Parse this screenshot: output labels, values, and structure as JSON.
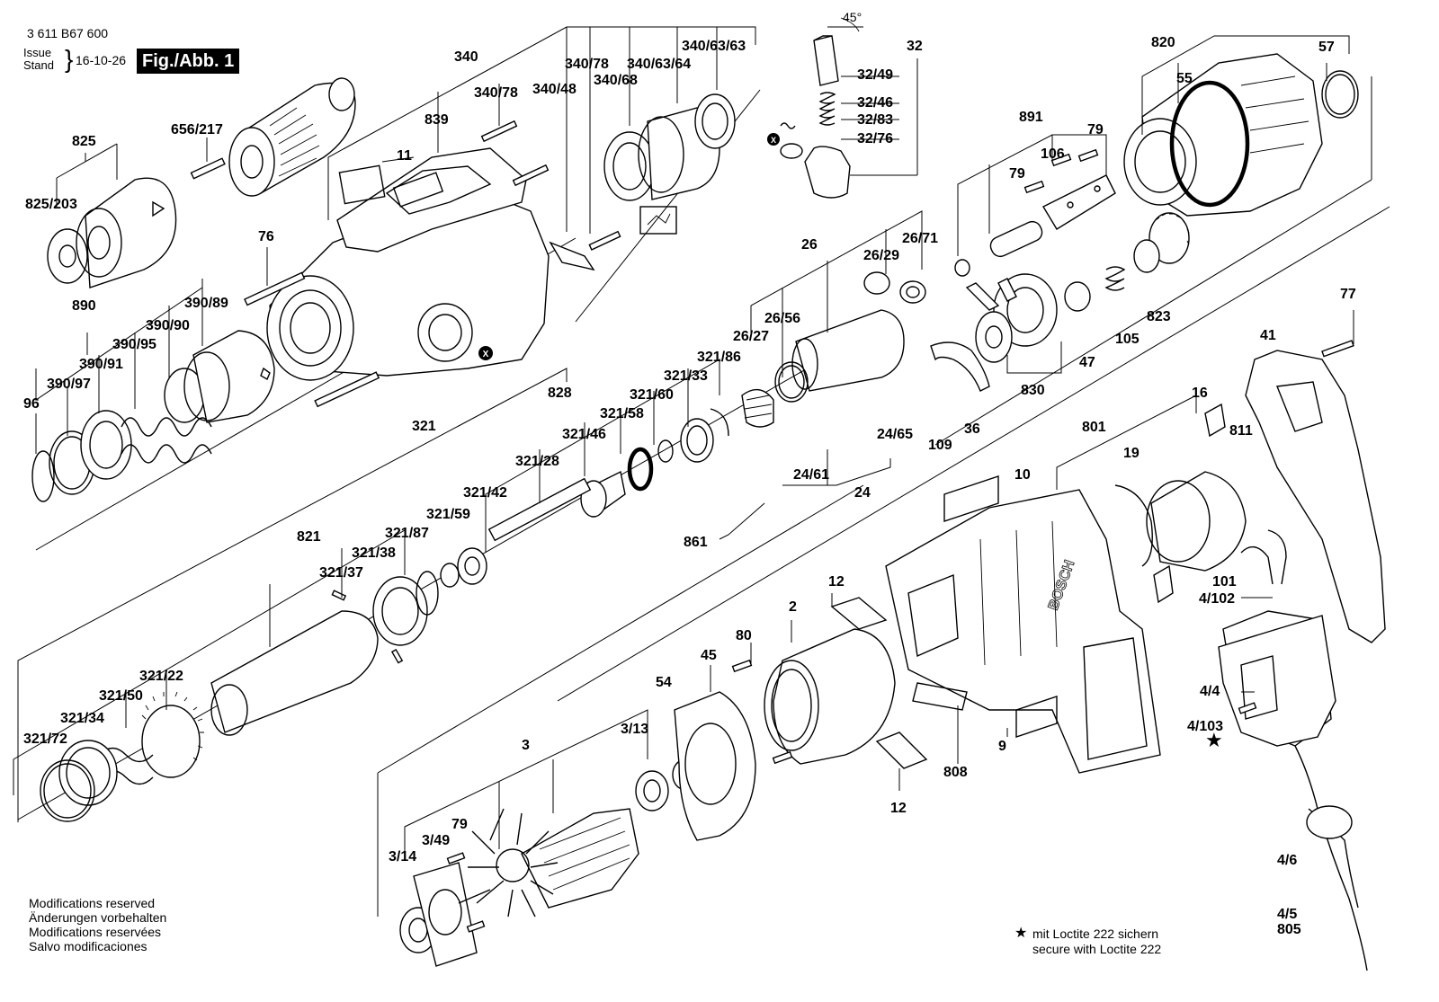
{
  "header": {
    "doc_number": "3 611 B67 600",
    "issue_label": "Issue\nStand",
    "issue_date": "16-10-26",
    "figure_label": "Fig./Abb. 1"
  },
  "footer": {
    "modifications": "Modifications reserved\nÄnderungen vorbehalten\nModifications reservées\nSalvo modificaciones",
    "loctite_note": "mit Loctite 222 sichern\nsecure with Loctite 222",
    "star_symbol": "★"
  },
  "angle_note": "45°",
  "part_labels": [
    {
      "id": "340",
      "text": "340"
    },
    {
      "id": "340-78a",
      "text": "340/78"
    },
    {
      "id": "340-78b",
      "text": "340/78"
    },
    {
      "id": "340-63-64",
      "text": "340/63/64"
    },
    {
      "id": "340-63-63",
      "text": "340/63/63"
    },
    {
      "id": "340-48",
      "text": "340/48"
    },
    {
      "id": "340-68",
      "text": "340/68"
    },
    {
      "id": "839",
      "text": "839"
    },
    {
      "id": "11",
      "text": "11"
    },
    {
      "id": "825",
      "text": "825"
    },
    {
      "id": "825-203",
      "text": "825/203"
    },
    {
      "id": "656-217",
      "text": "656/217"
    },
    {
      "id": "76",
      "text": "76"
    },
    {
      "id": "890",
      "text": "890"
    },
    {
      "id": "390-89",
      "text": "390/89"
    },
    {
      "id": "390-90",
      "text": "390/90"
    },
    {
      "id": "390-95",
      "text": "390/95"
    },
    {
      "id": "390-91",
      "text": "390/91"
    },
    {
      "id": "390-97",
      "text": "390/97"
    },
    {
      "id": "96",
      "text": "96"
    },
    {
      "id": "32",
      "text": "32"
    },
    {
      "id": "32-49",
      "text": "32/49"
    },
    {
      "id": "32-46",
      "text": "32/46"
    },
    {
      "id": "32-83",
      "text": "32/83"
    },
    {
      "id": "32-76",
      "text": "32/76"
    },
    {
      "id": "820",
      "text": "820"
    },
    {
      "id": "57",
      "text": "57"
    },
    {
      "id": "55",
      "text": "55"
    },
    {
      "id": "891",
      "text": "891"
    },
    {
      "id": "79a",
      "text": "79"
    },
    {
      "id": "106",
      "text": "106"
    },
    {
      "id": "79b",
      "text": "79"
    },
    {
      "id": "26",
      "text": "26"
    },
    {
      "id": "26-29",
      "text": "26/29"
    },
    {
      "id": "26-71",
      "text": "26/71"
    },
    {
      "id": "26-56",
      "text": "26/56"
    },
    {
      "id": "26-27",
      "text": "26/27"
    },
    {
      "id": "823",
      "text": "823"
    },
    {
      "id": "47",
      "text": "47"
    },
    {
      "id": "105",
      "text": "105"
    },
    {
      "id": "830",
      "text": "830"
    },
    {
      "id": "36",
      "text": "36"
    },
    {
      "id": "109",
      "text": "109"
    },
    {
      "id": "24-65",
      "text": "24/65"
    },
    {
      "id": "24-61",
      "text": "24/61"
    },
    {
      "id": "24",
      "text": "24"
    },
    {
      "id": "861",
      "text": "861"
    },
    {
      "id": "828",
      "text": "828"
    },
    {
      "id": "321-86",
      "text": "321/86"
    },
    {
      "id": "321-33",
      "text": "321/33"
    },
    {
      "id": "321-60",
      "text": "321/60"
    },
    {
      "id": "321-58",
      "text": "321/58"
    },
    {
      "id": "321-46",
      "text": "321/46"
    },
    {
      "id": "321-28",
      "text": "321/28"
    },
    {
      "id": "321",
      "text": "321"
    },
    {
      "id": "321-42",
      "text": "321/42"
    },
    {
      "id": "321-59",
      "text": "321/59"
    },
    {
      "id": "821",
      "text": "821"
    },
    {
      "id": "321-87",
      "text": "321/87"
    },
    {
      "id": "321-38",
      "text": "321/38"
    },
    {
      "id": "321-37",
      "text": "321/37"
    },
    {
      "id": "321-22",
      "text": "321/22"
    },
    {
      "id": "321-50",
      "text": "321/50"
    },
    {
      "id": "321-34",
      "text": "321/34"
    },
    {
      "id": "321-72",
      "text": "321/72"
    },
    {
      "id": "77",
      "text": "77"
    },
    {
      "id": "41",
      "text": "41"
    },
    {
      "id": "16",
      "text": "16"
    },
    {
      "id": "801",
      "text": "801"
    },
    {
      "id": "811",
      "text": "811"
    },
    {
      "id": "19",
      "text": "19"
    },
    {
      "id": "10",
      "text": "10"
    },
    {
      "id": "101",
      "text": "101"
    },
    {
      "id": "4-102",
      "text": "4/102"
    },
    {
      "id": "4-4",
      "text": "4/4"
    },
    {
      "id": "4-103",
      "text": "4/103"
    },
    {
      "id": "4-6",
      "text": "4/6"
    },
    {
      "id": "4-5",
      "text": "4/5"
    },
    {
      "id": "805",
      "text": "805"
    },
    {
      "id": "12a",
      "text": "12"
    },
    {
      "id": "2",
      "text": "2"
    },
    {
      "id": "80",
      "text": "80"
    },
    {
      "id": "45",
      "text": "45"
    },
    {
      "id": "54",
      "text": "54"
    },
    {
      "id": "3",
      "text": "3"
    },
    {
      "id": "3-13",
      "text": "3/13"
    },
    {
      "id": "79c",
      "text": "79"
    },
    {
      "id": "3-49",
      "text": "3/49"
    },
    {
      "id": "3-14",
      "text": "3/14"
    },
    {
      "id": "12b",
      "text": "12"
    },
    {
      "id": "808",
      "text": "808"
    },
    {
      "id": "9",
      "text": "9"
    }
  ]
}
